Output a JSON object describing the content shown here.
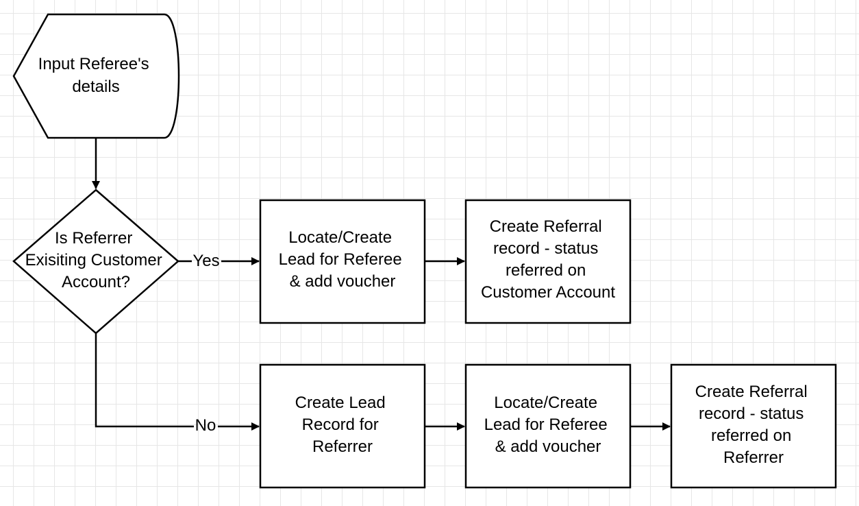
{
  "diagram": {
    "nodes": {
      "start": {
        "lines": [
          "Input Referee's",
          "details"
        ]
      },
      "decision": {
        "lines": [
          "Is Referrer",
          "Exisiting Customer",
          "Account?"
        ]
      },
      "yes_lead": {
        "lines": [
          "Locate/Create",
          "Lead for Referee",
          "& add voucher"
        ]
      },
      "yes_referral": {
        "lines": [
          "Create Referral",
          "record - status",
          "referred on",
          "Customer Account"
        ]
      },
      "no_lead_record": {
        "lines": [
          "Create Lead",
          "Record for",
          "Referrer"
        ]
      },
      "no_lead": {
        "lines": [
          "Locate/Create",
          "Lead for Referee",
          "& add voucher"
        ]
      },
      "no_referral": {
        "lines": [
          "Create Referral",
          "record - status",
          "referred on",
          "Referrer"
        ]
      }
    },
    "edges": {
      "yes_label": "Yes",
      "no_label": "No"
    }
  }
}
